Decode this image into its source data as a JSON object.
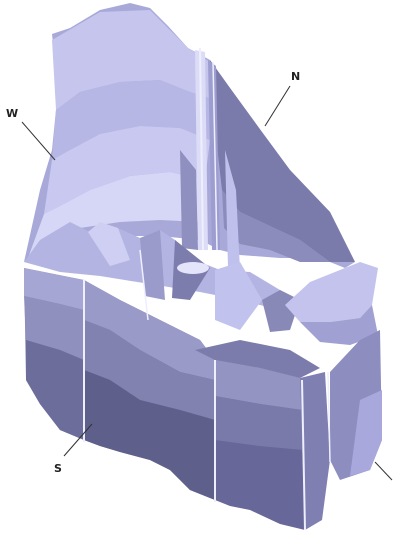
{
  "labels": {
    "north": "N",
    "west": "W",
    "south": "S"
  },
  "colors": {
    "background": "#ffffff",
    "darkest": "#5f5f8c",
    "dark": "#72729e",
    "mid": "#8c8cb9",
    "light": "#a9a9d9",
    "lighter": "#c5c5ee",
    "lightest": "#dcdcf7",
    "seam": "#eeeeff",
    "outline": "#4c4c72"
  }
}
